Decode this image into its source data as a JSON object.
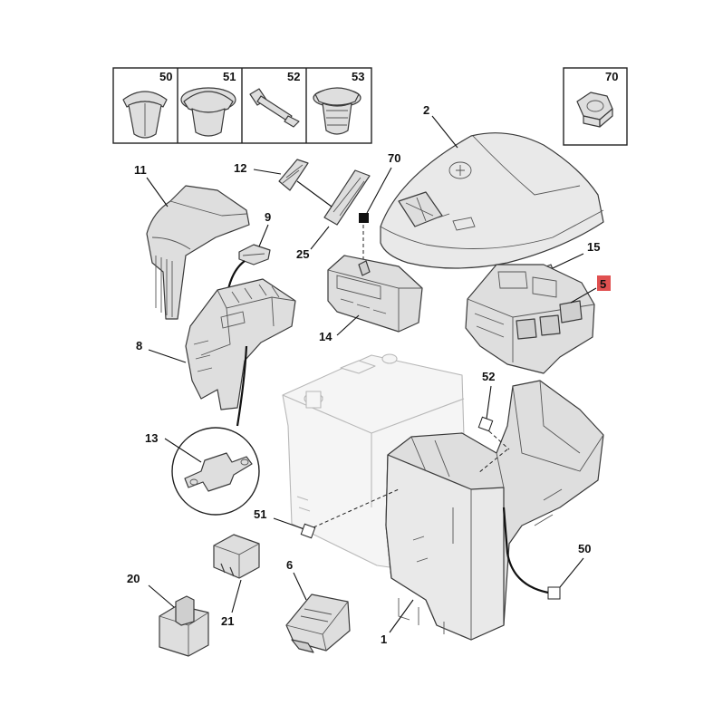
{
  "labels": {
    "l50_top": "50",
    "l51_top": "51",
    "l52_top": "52",
    "l53_top": "53",
    "l70_top": "70",
    "l2": "2",
    "l70_mid": "70",
    "l11": "11",
    "l12": "12",
    "l9": "9",
    "l25": "25",
    "l15": "15",
    "l5": "5",
    "l14": "14",
    "l8": "8",
    "l52_mid": "52",
    "l13": "13",
    "l51_mid": "51",
    "l50_mid": "50",
    "l20": "20",
    "l21": "21",
    "l6": "6",
    "l1": "1"
  },
  "highlight_color": "#e05050"
}
